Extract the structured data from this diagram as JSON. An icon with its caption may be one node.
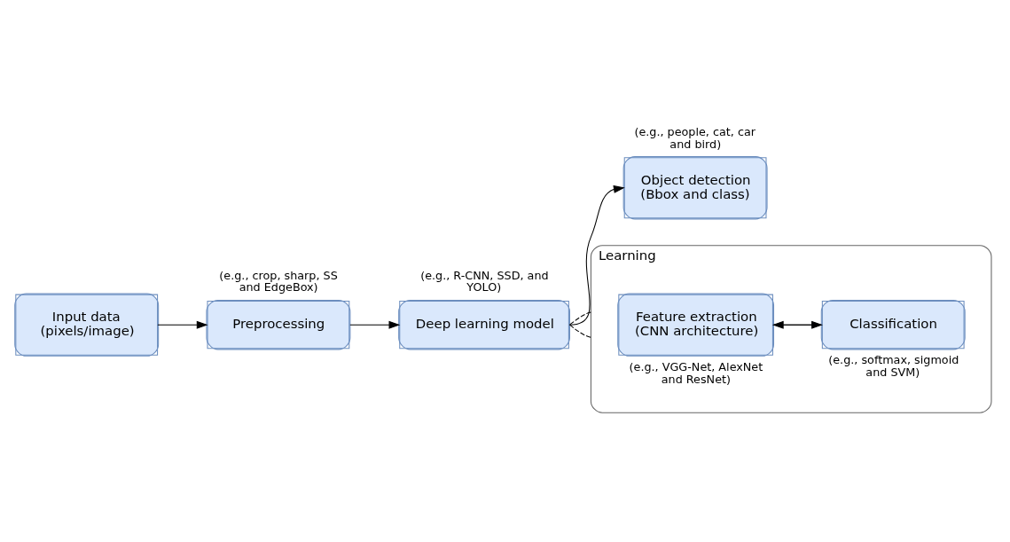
{
  "diagram": {
    "nodes": [
      {
        "text": [
          "Input data (pixels/image)"
        ]
      },
      {
        "text": [
          "Preprocessing"
        ],
        "beside": [
          "(e.g., crop, sharp, SS and EdgeBox)"
        ]
      },
      {
        "text": [
          "Deep learning model"
        ],
        "beside": [
          "(e.g., R-CNN, SSD, and YOLO)"
        ]
      },
      {
        "text": [
          "Object detection (Bbox and class)"
        ],
        "beside": [
          "(e.g., people, cat, car and bird)"
        ]
      },
      {
        "text": [
          "Learning"
        ]
      },
      {
        "text": [
          "Feature extraction (CNN architecture)"
        ],
        "in": 4,
        "beside": [
          "(e.g., VGG-Net, AlexNet and ResNet)"
        ]
      },
      {
        "text": [
          "Classification"
        ],
        "in": 4,
        "beside": [
          "(e.g., softmax, sigmoid and SVM)"
        ]
      }
    ],
    "edges": [
      {
        "from": 0,
        "to": 1,
        "arrow": "to"
      },
      {
        "from": 1,
        "to": 2,
        "arrow": "to"
      },
      {
        "from": 2,
        "to": 3,
        "arrow": "to"
      },
      {
        "from": 2,
        "to": 4,
        "arrow": "none",
        "style": "dashed"
      },
      {
        "from": 2,
        "to": 4,
        "arrow": "none",
        "style": "dashed"
      },
      {
        "from": 5,
        "to": 6,
        "arrow": "to"
      },
      {
        "from": 6,
        "to": 5,
        "arrow": "to"
      }
    ]
  }
}
